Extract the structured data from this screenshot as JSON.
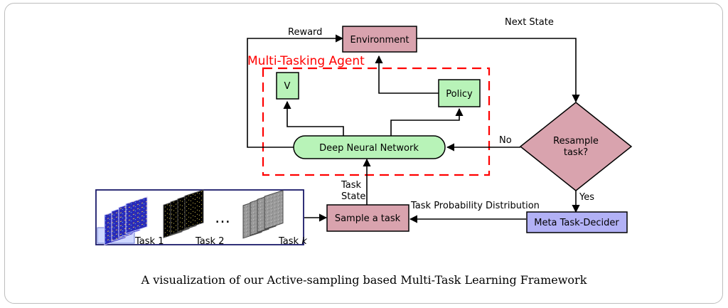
{
  "diagram": {
    "nodes": {
      "environment": "Environment",
      "v": "V",
      "policy": "Policy",
      "dnn": "Deep Neural Network",
      "resample_line1": "Resample",
      "resample_line2": "task?",
      "sample_task": "Sample a task",
      "meta": "Meta Task-Decider"
    },
    "agent_label": "Multi-Tasking Agent",
    "edge_labels": {
      "reward": "Reward",
      "next_state": "Next State",
      "no": "No",
      "yes": "Yes",
      "task": "Task",
      "state": "State",
      "task_prob": "Task Probability Distribution"
    },
    "tasks": {
      "task1": "Task 1",
      "task2": "Task 2",
      "ellipsis": "…",
      "taskk_prefix": "Task ",
      "taskk_var": "k"
    },
    "colors": {
      "pink": "#d9a3ae",
      "green": "#b8f3b8",
      "purple": "#b2b1f5",
      "agent_dash": "#ff0000"
    }
  },
  "caption": "A visualization of our Active-sampling based Multi-Task Learning Framework"
}
